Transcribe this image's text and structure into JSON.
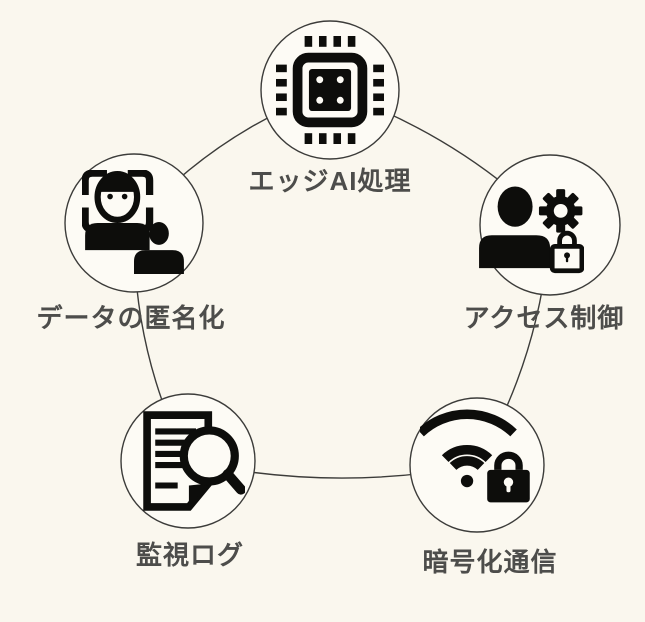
{
  "diagram": {
    "type": "cycle-diagram",
    "nodes": [
      {
        "id": "edge-ai-processing",
        "label": "エッジAI処理",
        "icon": "chip-icon"
      },
      {
        "id": "data-anonymization",
        "label": "データの匿名化",
        "icon": "face-recognition-icon"
      },
      {
        "id": "access-control",
        "label": "アクセス制御",
        "icon": "user-gear-lock-icon"
      },
      {
        "id": "monitoring-log",
        "label": "監視ログ",
        "icon": "document-search-icon"
      },
      {
        "id": "encrypted-communication",
        "label": "暗号化通信",
        "icon": "wifi-lock-icon"
      }
    ],
    "colors": {
      "background": "#FAF7EE",
      "node_fill": "#FDFBF5",
      "outline": "#3C3C3A",
      "icon": "#0D0D0B",
      "label": "#4D4D4B"
    }
  }
}
